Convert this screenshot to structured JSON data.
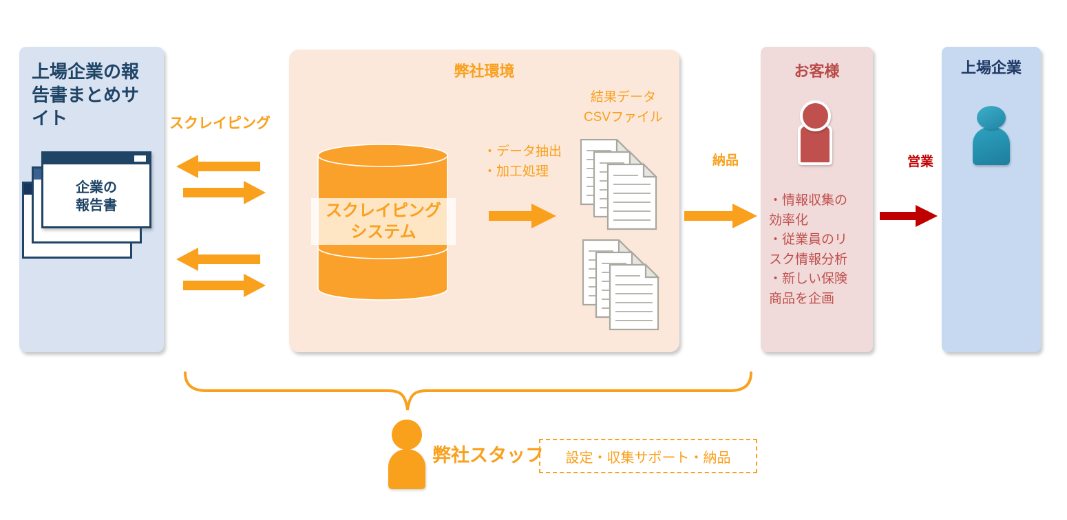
{
  "colors": {
    "orange": "#F9A01C",
    "orange_panel_bg": "#FCE8DA",
    "navy": "#1F4466",
    "navy_dark": "#1F3864",
    "steel_blue": "#3B6191",
    "blue_panel_left_bg": "#D9E2F1",
    "blue_panel_right_bg": "#C6D9F0",
    "pink_panel_bg": "#F0DBDA",
    "red_person": "#C0504D",
    "dark_red": "#C00000",
    "teal_person": "#2EA2C1"
  },
  "icons": {
    "browser_window_icon": "stacked browser windows",
    "database_icon": "orange cylinder",
    "document_stack_icon": "three pages with folded corner",
    "person_icon": "head and body silhouette",
    "arrow_icon": "block arrow",
    "brace_icon": "downward curly bracket"
  },
  "source_site": {
    "title": "上場企業の報\n告書まとめサ\nイト",
    "document_label": "企業の\n報告書"
  },
  "scraping": {
    "label": "スクレイピング"
  },
  "environment": {
    "title": "弊社環境",
    "system_label": "スクレイピング\nシステム",
    "processing": "・データ抽出\n・加工処理",
    "output_label": "結果データ\nCSVファイル"
  },
  "delivery": {
    "label": "納品"
  },
  "customer": {
    "title": "お客様",
    "benefits": "・情報収集の\n効率化\n・従業員のリ\nスク情報分析\n・新しい保険\n商品を企画"
  },
  "sales": {
    "label": "営業"
  },
  "listed_company": {
    "title": "上場企業"
  },
  "staff": {
    "label": "弊社スタッフ",
    "support_note": "設定・収集サポート・納品"
  }
}
